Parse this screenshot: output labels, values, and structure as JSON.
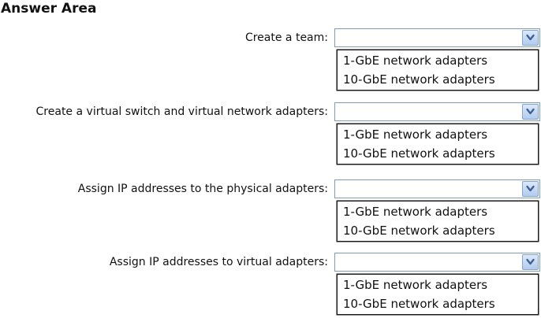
{
  "title": "Answer Area",
  "colors": {
    "text": "#111111",
    "combo-border": "#7f9db9",
    "list-border": "#1b1b1b",
    "button-border": "#87a3d3",
    "button-top": "#dbe8f9",
    "button-bottom": "#b3cbee",
    "chevron": "#3d6293"
  },
  "icons": {
    "dropdown_button": "chevron-down"
  },
  "questions": [
    {
      "label": "Create a team:",
      "selected_value": "",
      "options": [
        "1-GbE network adapters",
        "10-GbE network adapters"
      ]
    },
    {
      "label": "Create a virtual switch and virtual network adapters:",
      "selected_value": "",
      "options": [
        "1-GbE network adapters",
        "10-GbE network adapters"
      ]
    },
    {
      "label": "Assign IP addresses to the physical adapters:",
      "selected_value": "",
      "options": [
        "1-GbE network adapters",
        "10-GbE network adapters"
      ]
    },
    {
      "label": "Assign IP addresses to virtual adapters:",
      "selected_value": "",
      "options": [
        "1-GbE network adapters",
        "10-GbE network adapters"
      ]
    }
  ]
}
